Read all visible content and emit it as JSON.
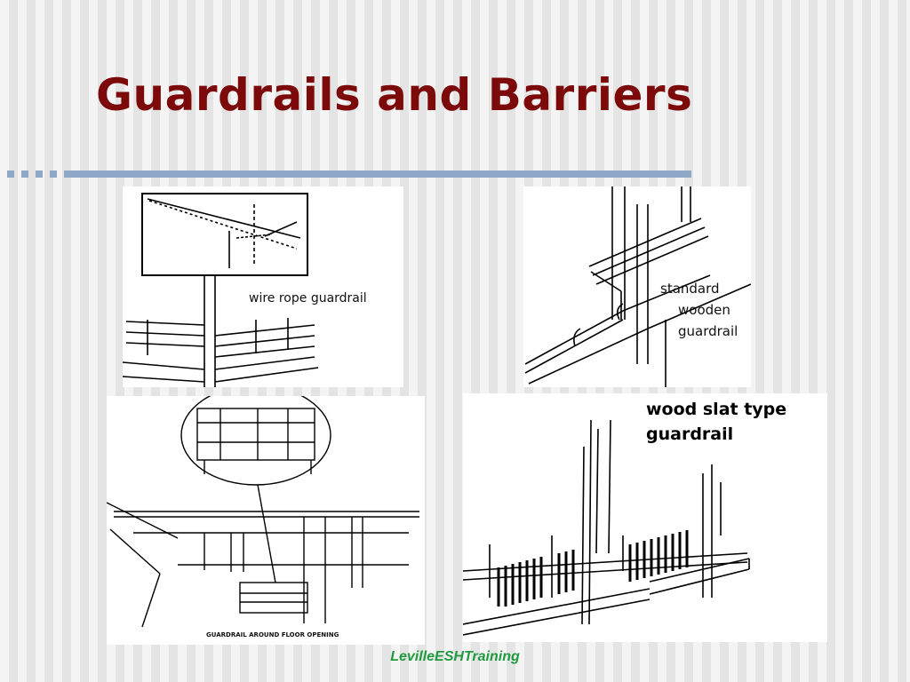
{
  "slide": {
    "title": "Guardrails and Barriers",
    "footer": "LevilleESHTraining"
  },
  "figures": [
    {
      "caption": "wire rope guardrail"
    },
    {
      "caption_lines": [
        "standard",
        "wooden",
        "guardrail"
      ]
    },
    {
      "caption": "GUARDRAIL AROUND FLOOR OPENING"
    },
    {
      "caption_lines": [
        "wood slat type",
        "guardrail"
      ]
    }
  ],
  "colors": {
    "title": "#7d0a0a",
    "rule": "#8fa8c8",
    "footer": "#1f9a3e"
  }
}
